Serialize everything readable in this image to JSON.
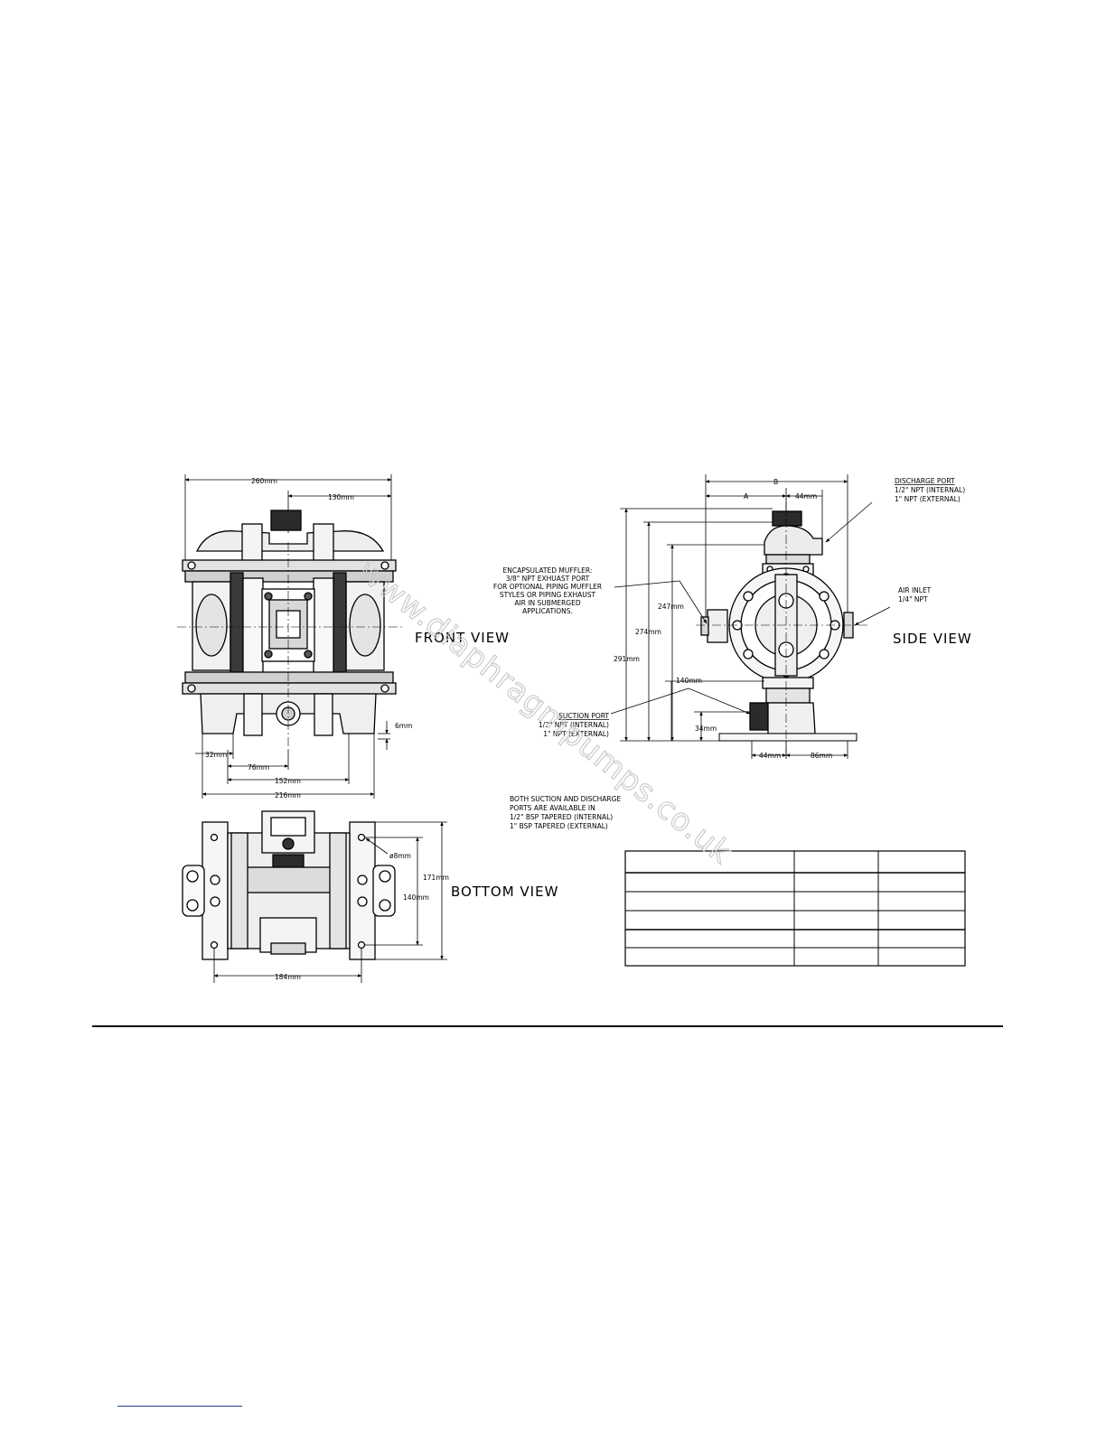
{
  "front_view": {
    "label": "FRONT VIEW",
    "dims": {
      "overall_width": "260mm",
      "half_width": "130mm",
      "height_offset": "6mm",
      "left_offset": "32mm",
      "port_offset": "76mm",
      "mount_width": "152mm",
      "base_width": "216mm"
    }
  },
  "bottom_view": {
    "label": "BOTTOM VIEW",
    "dims": {
      "hole_dia": "ø8mm",
      "overall_depth": "171mm",
      "hole_depth": "140mm",
      "hole_span": "184mm"
    }
  },
  "side_view": {
    "label": "SIDE VIEW",
    "dims": {
      "b": "B",
      "a": "A",
      "top_44": "44mm",
      "h247": "247mm",
      "h274": "274mm",
      "h291": "291mm",
      "h140": "140mm",
      "h34": "34mm",
      "bottom_44": "44mm",
      "bottom_86": "86mm"
    }
  },
  "notes": {
    "discharge": {
      "title": "DISCHARGE PORT",
      "line1": "1/2\" NPT (INTERNAL)",
      "line2": "1\" NPT (EXTERNAL)"
    },
    "air_inlet": {
      "title": "AIR INLET",
      "line1": "1/4\" NPT"
    },
    "muffler": {
      "line1": "ENCAPSULATED MUFFLER:",
      "line2": "3/8\" NPT EXHUAST PORT",
      "line3": "FOR OPTIONAL PIPING MUFFLER",
      "line4": "STYLES OR PIPING EXHAUST",
      "line5": "AIR IN SUBMERGED",
      "line6": "APPLICATIONS."
    },
    "suction": {
      "title": "SUCTION PORT",
      "line1": "1/2\" NPT (INTERNAL)",
      "line2": "1\" NPT (EXTERNAL)"
    },
    "bsp": {
      "line1": "BOTH SUCTION AND DISCHARGE",
      "line2": "PORTS ARE AVAILABLE IN",
      "line3": "1/2\" BSP TAPERED (INTERNAL)",
      "line4": "1\" BSP TAPERED (EXTERNAL)"
    }
  },
  "watermark": "www.diaphragmpumps.co.uk",
  "table": {
    "rows": 6,
    "columns": 3
  }
}
